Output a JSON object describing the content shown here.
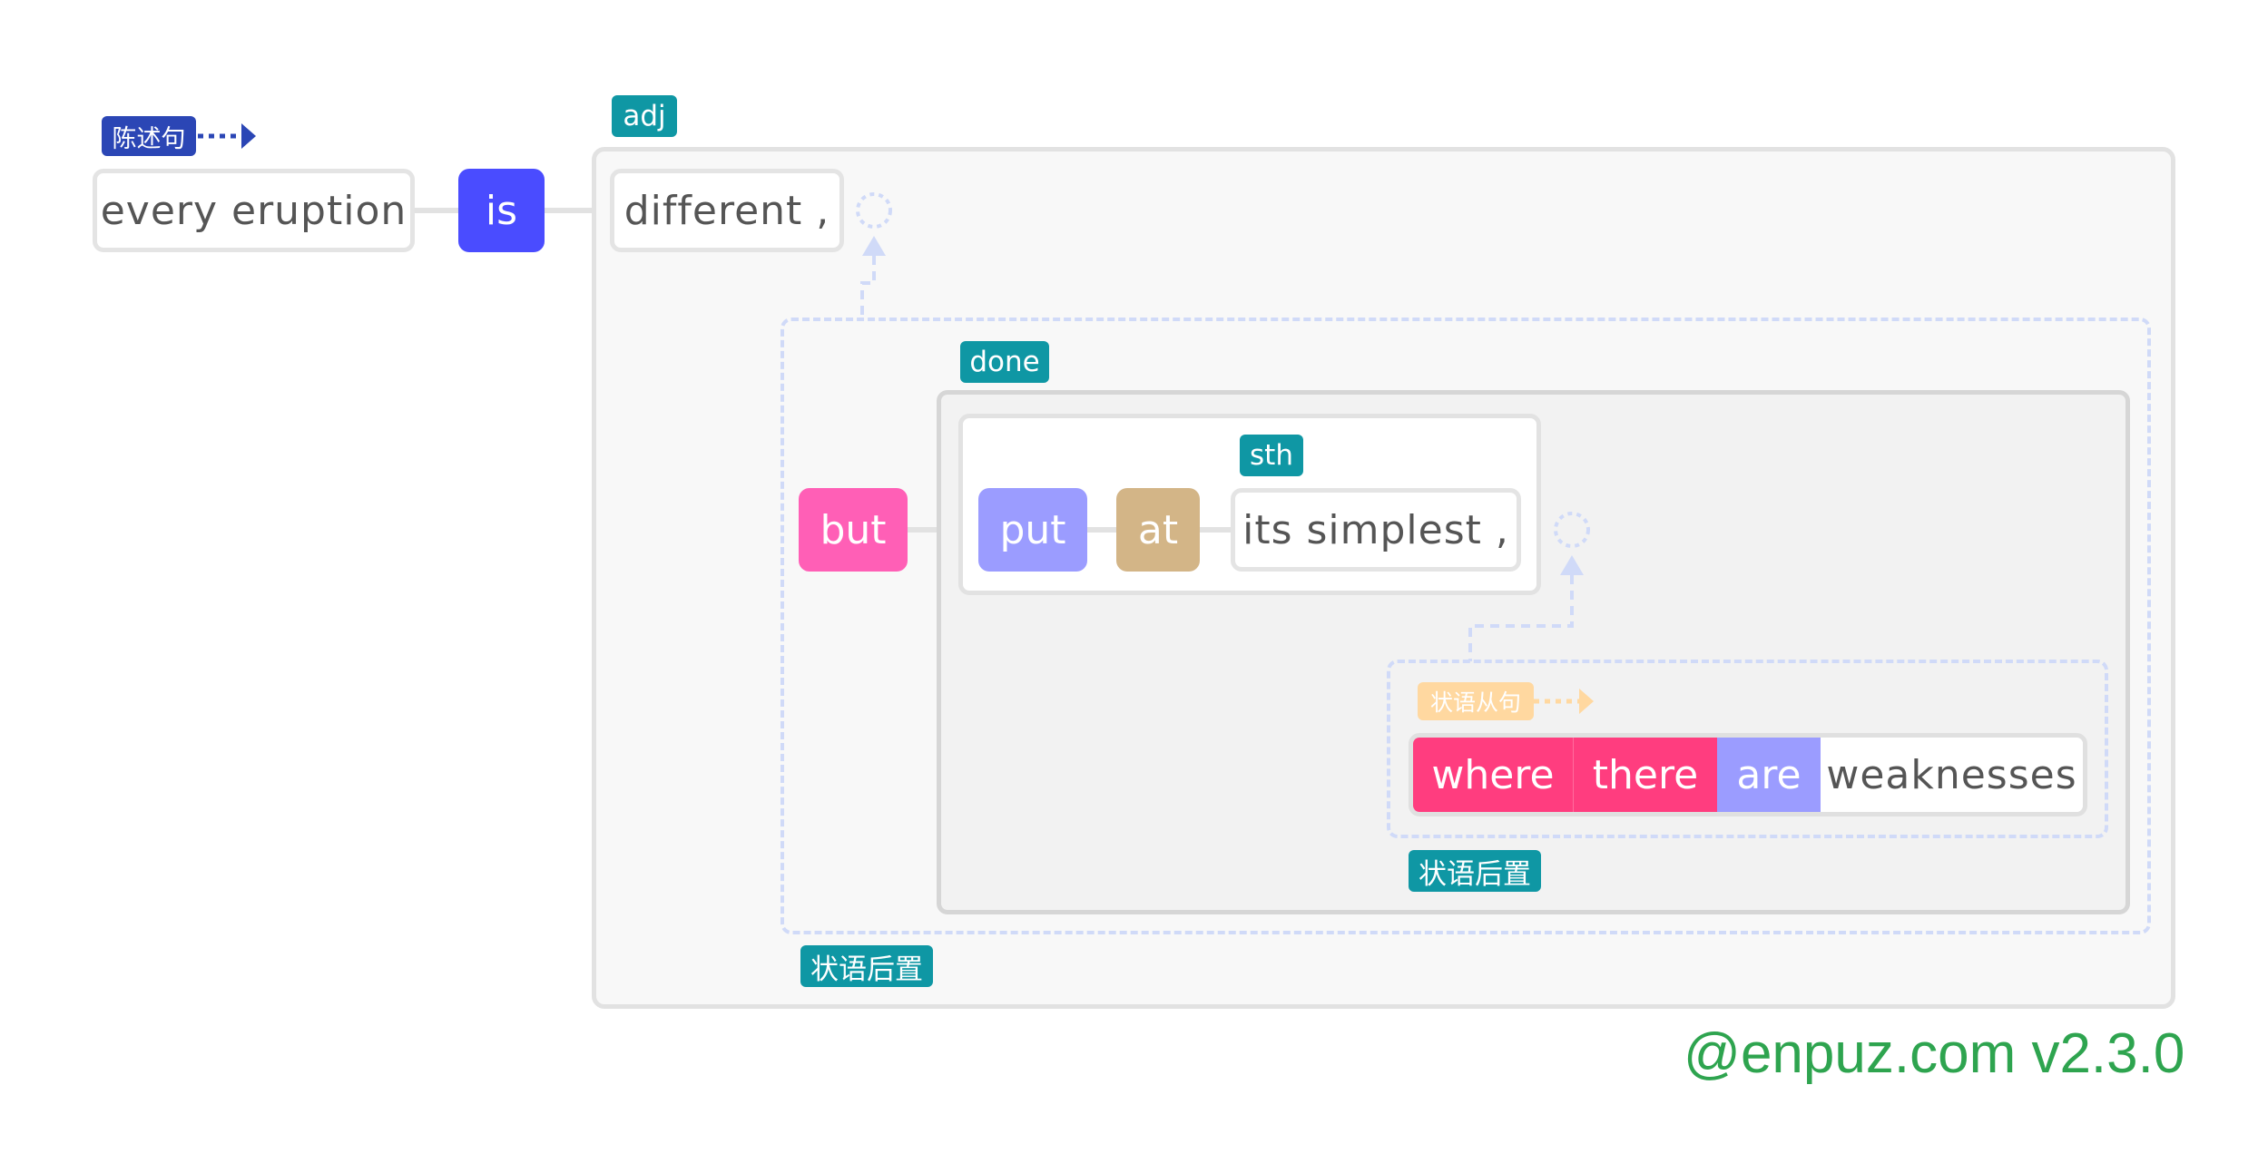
{
  "sentence_type_tag": "陈述句",
  "subject": "every eruption",
  "verb": "is",
  "complement_tag": "adj",
  "complement": "different ,",
  "conjunction": "but",
  "participle_tag": "done",
  "participle_verb": "put",
  "preposition": "at",
  "object_tag": "sth",
  "object": "its simplest ,",
  "clause_type_tag": "状语从句",
  "clause_words": [
    "where",
    "there",
    "are",
    "weaknesses"
  ],
  "inner_post_tag": "状语后置",
  "outer_post_tag": "状语后置",
  "watermark": "@enpuz.com v2.3.0",
  "colors": {
    "verb": "#4a4cff",
    "conjunction": "#ff5fb6",
    "participle_verb": "#9b9cff",
    "preposition": "#d3b587",
    "relative": "#ff3d7f",
    "clause_verb": "#9b9cff",
    "tag": "#0f97a4",
    "sentence_tag": "#2b46b5",
    "clause_tag": "#ffd8a0",
    "watermark": "#2ea44f"
  }
}
